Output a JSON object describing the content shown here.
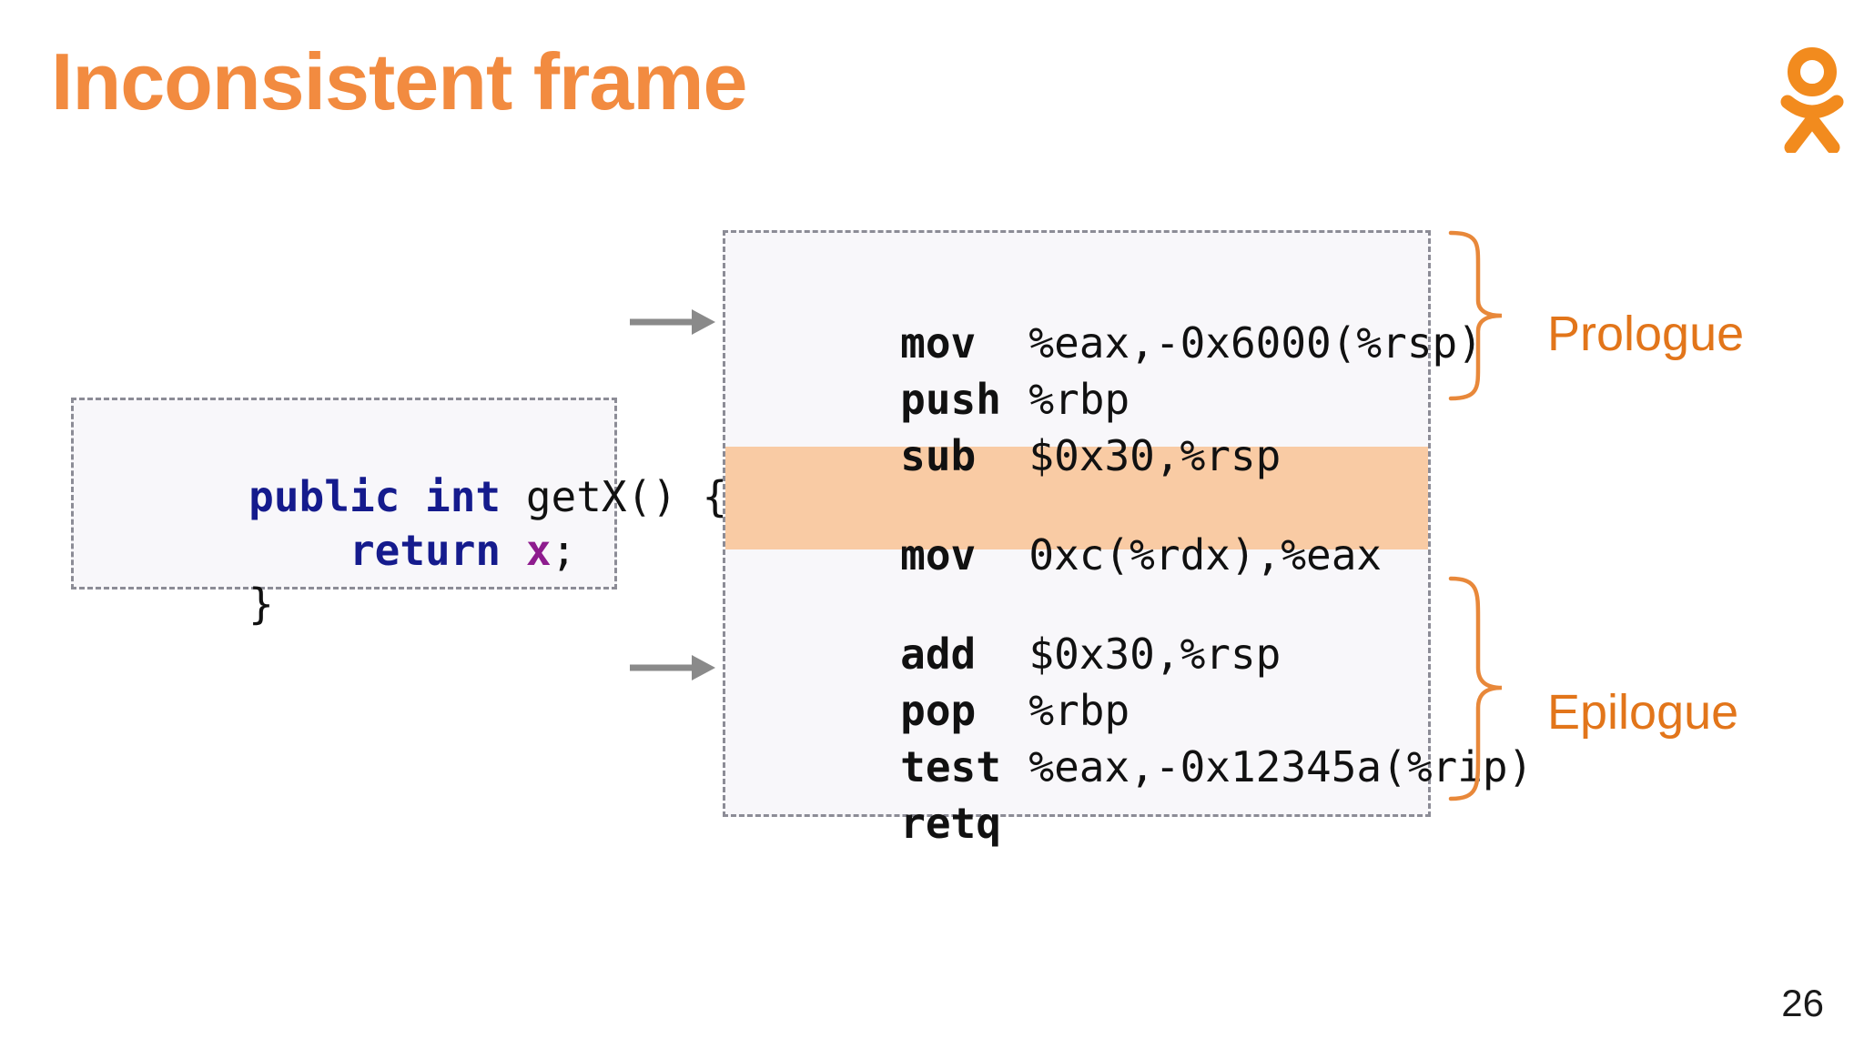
{
  "slide": {
    "title": "Inconsistent frame",
    "page_number": "26",
    "title_color": "#F28B40",
    "accent_color": "#E2751A",
    "highlight_color": "#F9CBA4",
    "box_border_color": "#8C8C96",
    "box_background": "#F8F7FA",
    "arrow_color": "#8A8A8A"
  },
  "logo": {
    "name": "ok-logo",
    "color": "#F28B1E"
  },
  "java_code": {
    "name": "java-source-box",
    "language": "Java",
    "lines": [
      {
        "segments": [
          {
            "text": "public int ",
            "style": "kw"
          },
          {
            "text": "getX() {",
            "style": "ident"
          }
        ]
      },
      {
        "segments": [
          {
            "text": "    return ",
            "style": "kw"
          },
          {
            "text": "x",
            "style": "field"
          },
          {
            "text": ";",
            "style": "punct"
          }
        ]
      },
      {
        "segments": [
          {
            "text": "}",
            "style": "punct"
          }
        ]
      }
    ],
    "plain": [
      "public int getX() {",
      "    return x;",
      "}"
    ]
  },
  "assembly": {
    "name": "assembly-listing-box",
    "rows": [
      {
        "mnemonic": "mov",
        "operands": "%eax,-0x6000(%rsp)",
        "group": "prologue",
        "highlighted": false
      },
      {
        "mnemonic": "push",
        "operands": "%rbp",
        "group": "prologue",
        "highlighted": false
      },
      {
        "mnemonic": "sub",
        "operands": "$0x30,%rsp",
        "group": "prologue",
        "highlighted": false
      },
      {
        "mnemonic": "mov",
        "operands": "0xc(%rdx),%eax",
        "group": "body",
        "highlighted": true
      },
      {
        "mnemonic": "add",
        "operands": "$0x30,%rsp",
        "group": "epilogue",
        "highlighted": false
      },
      {
        "mnemonic": "pop",
        "operands": "%rbp",
        "group": "epilogue",
        "highlighted": false
      },
      {
        "mnemonic": "test",
        "operands": "%eax,-0x12345a(%rip)",
        "group": "epilogue",
        "highlighted": false
      },
      {
        "mnemonic": "retq",
        "operands": "",
        "group": "epilogue",
        "highlighted": false
      }
    ]
  },
  "annotations": {
    "prologue_label": "Prologue",
    "epilogue_label": "Epilogue"
  }
}
